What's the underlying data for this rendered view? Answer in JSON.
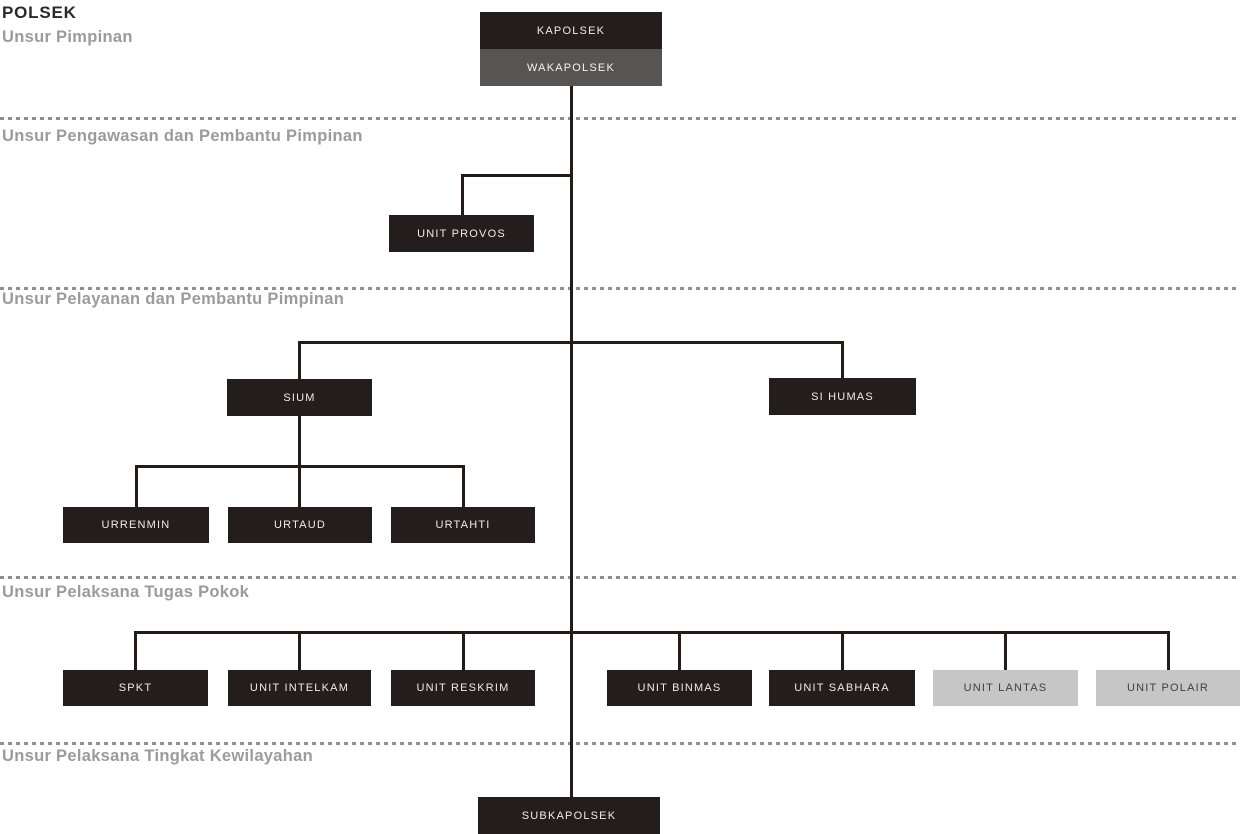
{
  "title": "POLSEK",
  "sections": {
    "pimpinan": {
      "label": "Unsur Pimpinan"
    },
    "pengawasan": {
      "label": "Unsur Pengawasan dan Pembantu Pimpinan"
    },
    "pelayanan": {
      "label": "Unsur Pelayanan dan Pembantu Pimpinan"
    },
    "pokok": {
      "label": "Unsur Pelaksana Tugas Pokok"
    },
    "kewilayahan": {
      "label": "Unsur Pelaksana Tingkat Kewilayahan"
    }
  },
  "nodes": {
    "kapolsek": {
      "label": "KAPOLSEK",
      "variant": "dark"
    },
    "wakapolsek": {
      "label": "WAKAPOLSEK",
      "variant": "gray"
    },
    "unit_provos": {
      "label": "UNIT PROVOS",
      "variant": "dark"
    },
    "sium": {
      "label": "SIUM",
      "variant": "dark"
    },
    "si_humas": {
      "label": "SI HUMAS",
      "variant": "dark"
    },
    "urrenmin": {
      "label": "URRENMIN",
      "variant": "dark"
    },
    "urtaud": {
      "label": "URTAUD",
      "variant": "dark"
    },
    "urtahti": {
      "label": "URTAHTI",
      "variant": "dark"
    },
    "spkt": {
      "label": "SPKT",
      "variant": "dark"
    },
    "unit_intelkam": {
      "label": "UNIT INTELKAM",
      "variant": "dark"
    },
    "unit_reskrim": {
      "label": "UNIT RESKRIM",
      "variant": "dark"
    },
    "unit_binmas": {
      "label": "UNIT BINMAS",
      "variant": "dark"
    },
    "unit_sabhara": {
      "label": "UNIT SABHARA",
      "variant": "dark"
    },
    "unit_lantas": {
      "label": "UNIT LANTAS",
      "variant": "light"
    },
    "unit_polair": {
      "label": "UNIT POLAIR",
      "variant": "light"
    },
    "subkapolsek": {
      "label": "SUBKAPOLSEK",
      "variant": "dark"
    }
  },
  "colors": {
    "background": "#ffffff",
    "node_dark_bg": "#231d1d",
    "node_dark_text": "#eeeceb",
    "node_gray_bg": "#595454",
    "node_light_bg": "#c7c6c6",
    "node_light_text": "#423d3d",
    "connector": "#241c18",
    "divider": "#8f8f8f",
    "title_text": "#2e2929",
    "section_text": "#9b9b9b"
  }
}
